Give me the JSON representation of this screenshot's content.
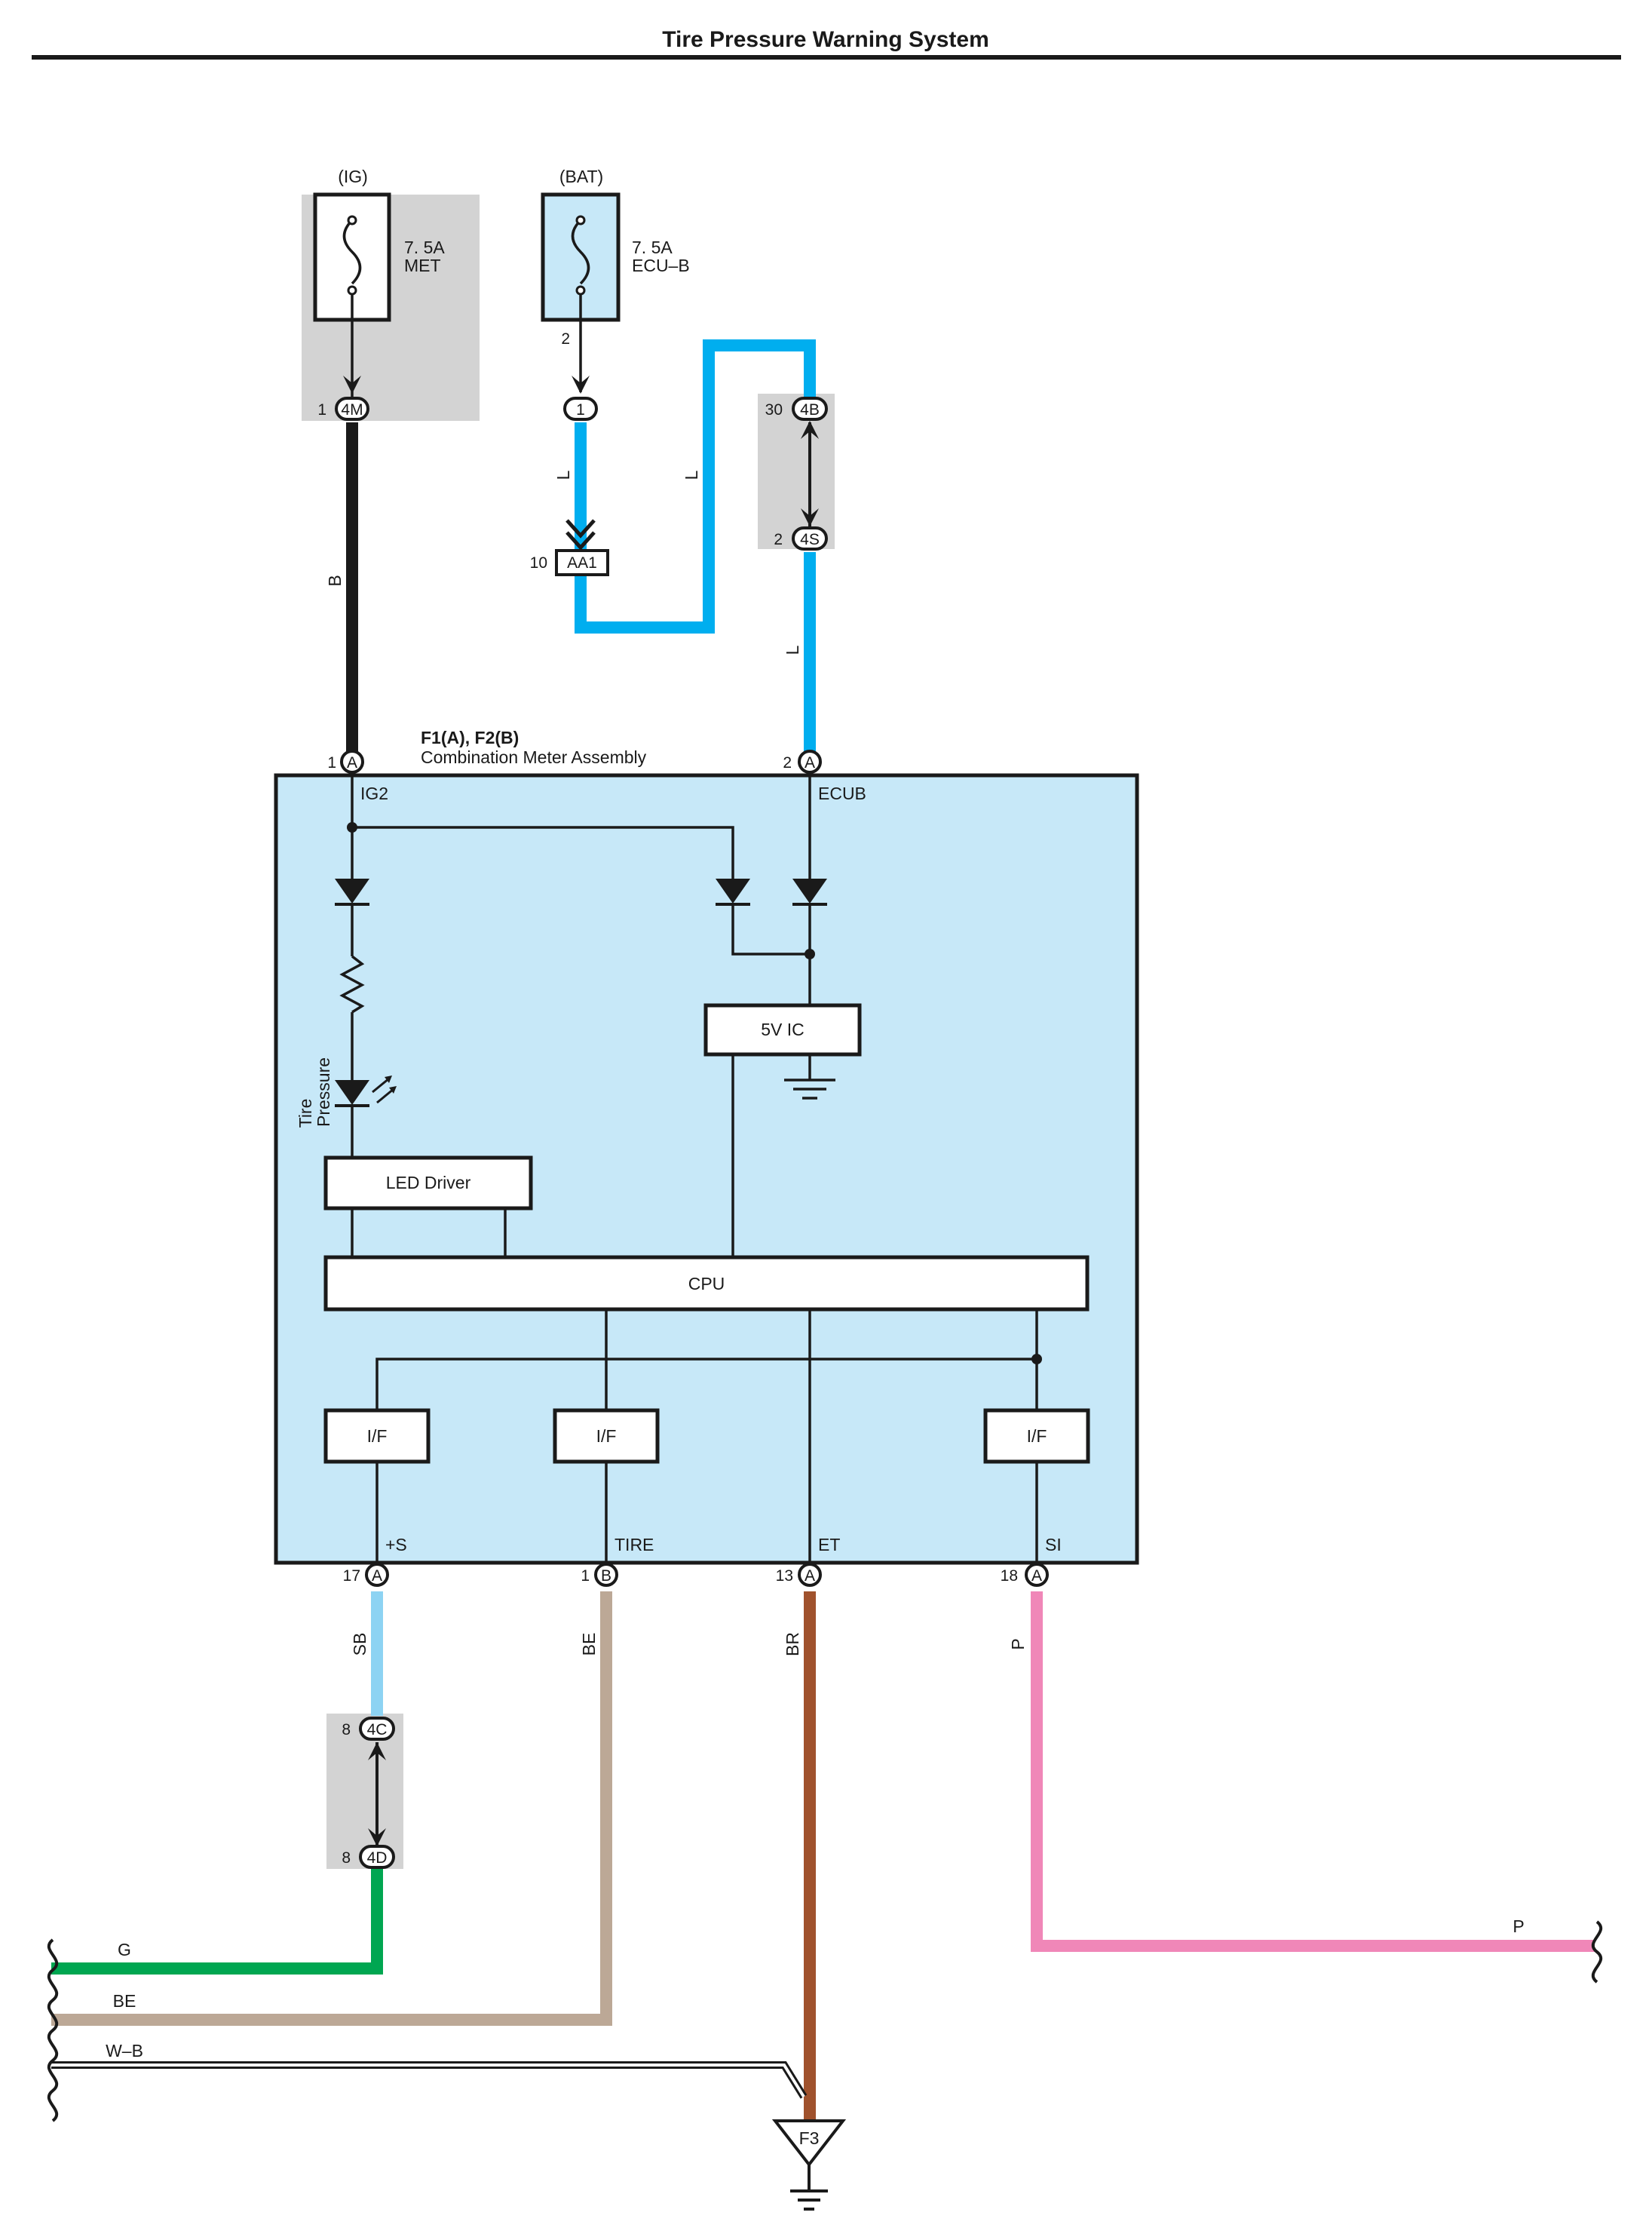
{
  "title": "Tire Pressure Warning System",
  "power": {
    "ig": {
      "label": "(IG)",
      "fuse_rating": "7. 5A",
      "fuse_name": "MET"
    },
    "bat": {
      "label": "(BAT)",
      "fuse_rating": "7. 5A",
      "fuse_name": "ECU–B"
    }
  },
  "connectors": {
    "c4M": {
      "name": "4M",
      "pin": "1"
    },
    "c1": {
      "name": "1",
      "pin": "2"
    },
    "cAA1": {
      "name": "AA1",
      "pin": "10"
    },
    "c4B": {
      "name": "4B",
      "pin": "30"
    },
    "c4S": {
      "name": "4S",
      "pin": "2"
    },
    "cIG2": {
      "name": "A",
      "pin": "1"
    },
    "cECUB": {
      "name": "A",
      "pin": "2"
    },
    "cS": {
      "name": "A",
      "pin": "17"
    },
    "cTIRE": {
      "name": "B",
      "pin": "1"
    },
    "cET": {
      "name": "A",
      "pin": "13"
    },
    "cSI": {
      "name": "A",
      "pin": "18"
    },
    "c4C": {
      "name": "4C",
      "pin": "8"
    },
    "c4D": {
      "name": "4D",
      "pin": "8"
    }
  },
  "wire_colors": {
    "b": "B",
    "l1": "L",
    "l2": "L",
    "l3": "L",
    "sb": "SB",
    "be": "BE",
    "br": "BR",
    "p": "P",
    "g_out": "G",
    "be_out": "BE",
    "wb_out": "W–B",
    "p_out": "P"
  },
  "assembly": {
    "id": "F1(A), F2(B)",
    "name": "Combination Meter Assembly",
    "terminals": {
      "ig2": "IG2",
      "ecub": "ECUB",
      "s": "+S",
      "tire": "TIRE",
      "et": "ET",
      "si": "SI"
    },
    "tire_pressure_lamp": [
      "Tire",
      "Pressure"
    ],
    "blocks": {
      "ic": "5V IC",
      "led_driver": "LED Driver",
      "cpu": "CPU",
      "if1": "I/F",
      "if2": "I/F",
      "if3": "I/F"
    }
  },
  "ground": {
    "label": "F3"
  },
  "colors": {
    "assembly_fill": "#c7e8f8",
    "splice_fill": "#d3d3d3",
    "wire_black": "#1a1a1a",
    "wire_blue": "#00aeef",
    "wire_sky_blue": "#8dd3f3",
    "wire_beige": "#bca896",
    "wire_brown": "#a0522d",
    "wire_pink": "#f087b8",
    "wire_green": "#00a651"
  }
}
